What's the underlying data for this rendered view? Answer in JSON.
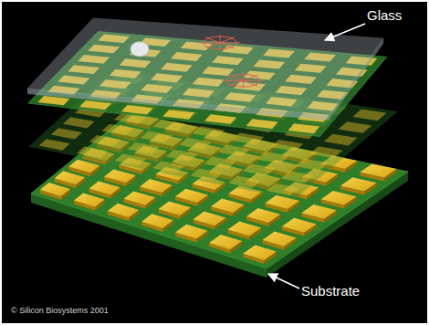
{
  "diagram": {
    "labels": [
      "Glass",
      "Substrate",
      "© Silicon Biosystems 2001"
    ]
  }
}
